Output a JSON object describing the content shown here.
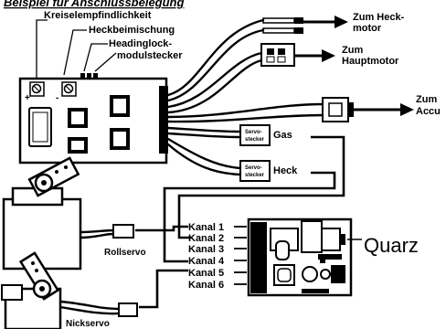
{
  "title": "Beispiel für Anschlussbelegung",
  "labels": {
    "kreiselempfindlichkeit": "Kreiselempfindlichkeit",
    "heckbeimischung": "Heckbeimischung",
    "headinglock_1": "Headinglock-",
    "headinglock_2": "modulstecker",
    "heckmotor_1": "Zum Heck-",
    "heckmotor_2": "motor",
    "hauptmotor_1": "Zum",
    "hauptmotor_2": "Hauptmotor",
    "accu_1": "Zum",
    "accu_2": "Accu",
    "gas": "Gas",
    "heck": "Heck",
    "servostecker_1": "Servo-",
    "servostecker_2": "stecker",
    "rollservo": "Rollservo",
    "nickservo": "Nickservo",
    "quarz": "Quarz"
  },
  "channels": [
    "Kanal 1",
    "Kanal 2",
    "Kanal 3",
    "Kanal 4",
    "Kanal 5",
    "Kanal 6"
  ],
  "board_markings": {
    "plus": "+",
    "minus": "-"
  }
}
